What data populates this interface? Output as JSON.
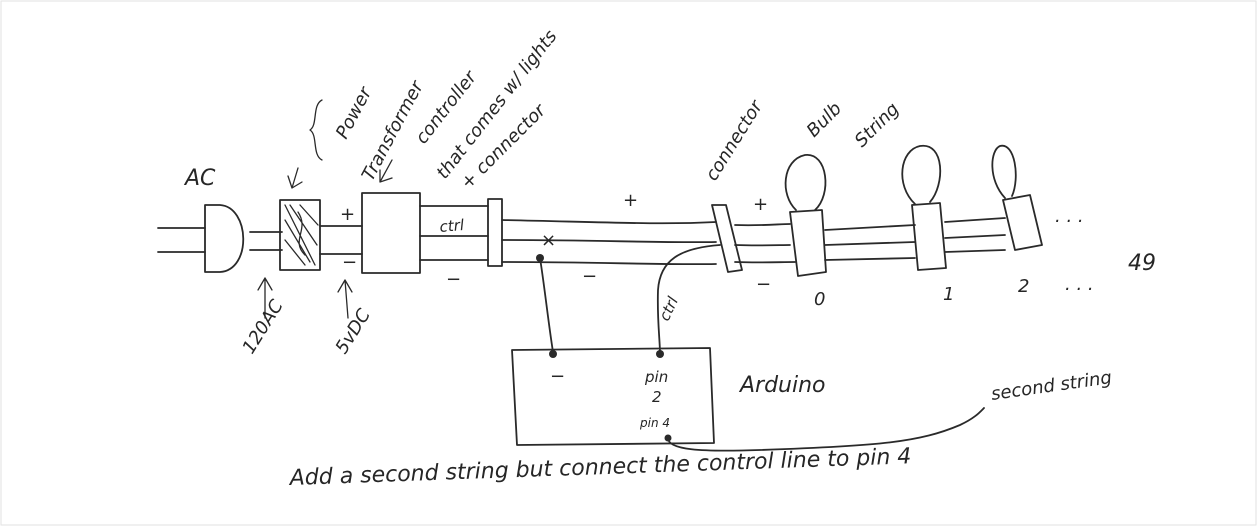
{
  "labels": {
    "ac": "AC",
    "power_transformer_1": "Power",
    "power_transformer_2": "Transformer",
    "controller_1": "controller",
    "controller_2": "that comes w/ lights",
    "plus_connector": "+ connector",
    "connector": "connector",
    "bulb_string_1": "Bulb",
    "bulb_string_2": "String",
    "v120": "120AC",
    "v5dc": "5vDC",
    "ctrl_left": "ctrl",
    "ctrl_arduino": "ctrl",
    "arduino": "Arduino",
    "pin2_a": "pin",
    "pin2_b": "2",
    "pin4": "pin 4",
    "arduino_minus": "−",
    "second_string": "second string",
    "plus_mid": "+",
    "plus_bulb": "+",
    "plus_trans": "+",
    "minus_trans": "−",
    "minus_1": "−",
    "minus_2": "−",
    "minus_bulb": "−",
    "cross": "×",
    "bulb_0": "0",
    "bulb_1": "1",
    "bulb_2": "2",
    "bulb_dots": ". . .",
    "bulb_last": "49",
    "dots_top": ". . .",
    "caption": "Add a second string but connect the control line to pin 4"
  }
}
